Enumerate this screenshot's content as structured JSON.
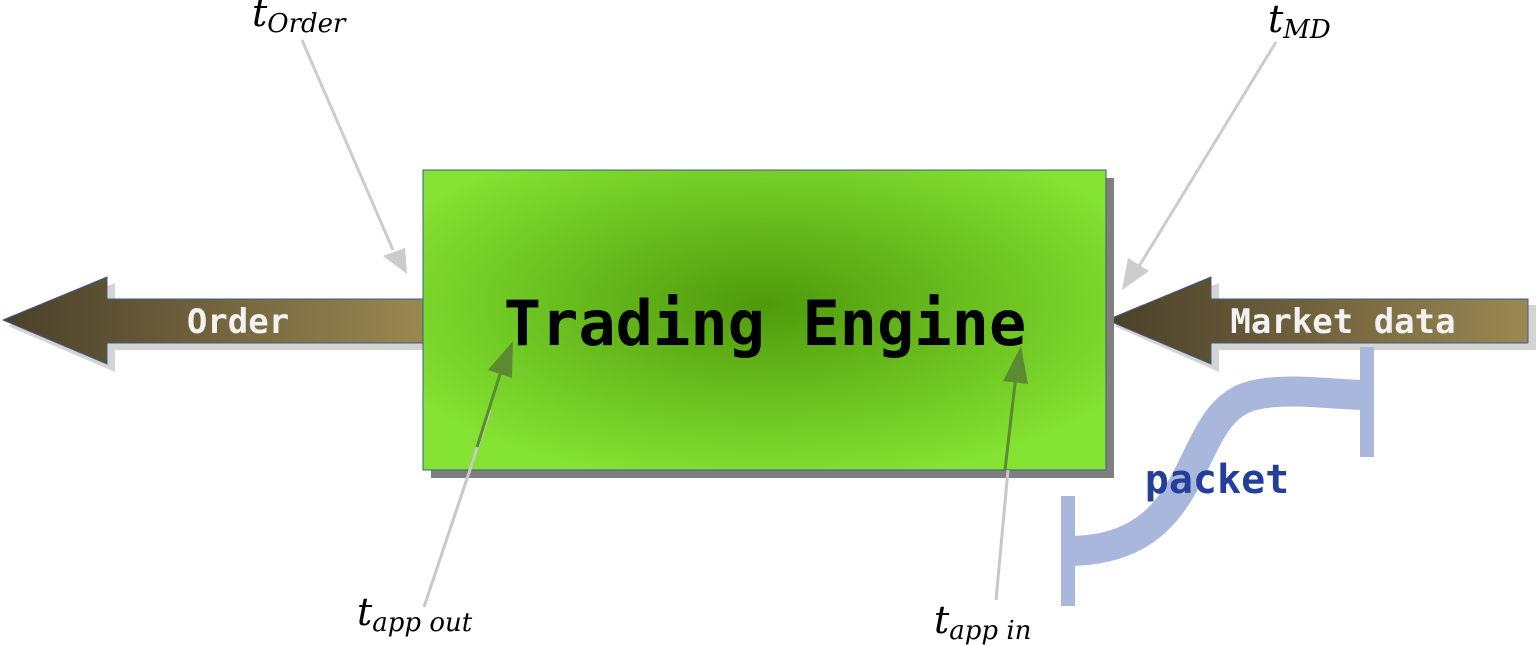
{
  "engine": {
    "label": "Trading Engine"
  },
  "arrows": {
    "order": {
      "label": "Order"
    },
    "market_data": {
      "label": "Market data"
    }
  },
  "packet": {
    "label": "packet"
  },
  "timestamps": {
    "order": {
      "base": "t",
      "sub": "Order"
    },
    "md": {
      "base": "t",
      "sub": "MD"
    },
    "app_out": {
      "base": "t",
      "sub": "app out"
    },
    "app_in": {
      "base": "t",
      "sub": "app in"
    }
  },
  "colors": {
    "engine_center": "#4f9a0c",
    "engine_edge": "#84e232",
    "arrow_dark": "#4c412a",
    "arrow_light": "#988651",
    "packet": "#aab7dc",
    "packet_text": "#233f9a",
    "pointer_grey": "#cccccc",
    "pointer_green": "#5b8a30"
  }
}
